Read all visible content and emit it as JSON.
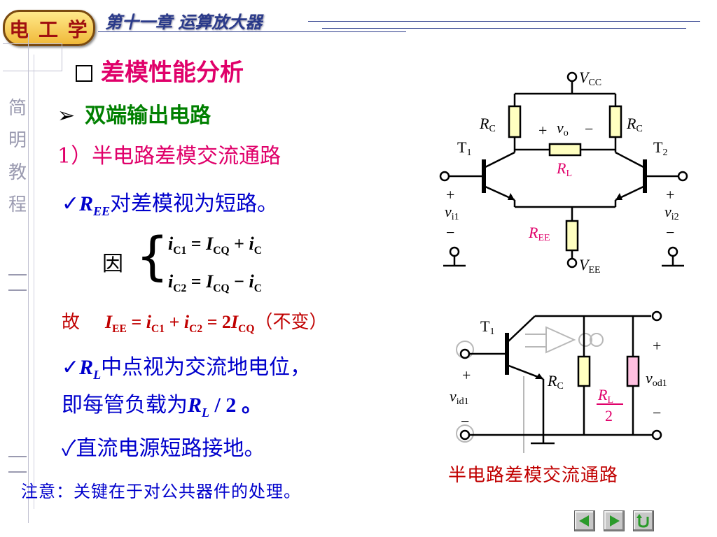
{
  "header": {
    "logo_text": "电 工 学",
    "chapter_title": "第十一章  运算放大器"
  },
  "side_label": [
    "简",
    "明",
    "教",
    "程"
  ],
  "section_title": "差模性能分析",
  "subsection": "双端输出电路",
  "step": "1）半电路差模交流通路",
  "bullet1": {
    "mark": "✓",
    "sym": "R",
    "sub": "EE",
    "text": "对差模视为短路。"
  },
  "because": {
    "word": "因",
    "eq1": {
      "a": "i",
      "a_sub": "C1",
      "eq": " = ",
      "b": "I",
      "b_sub": "CQ",
      "op": " + ",
      "c": "i",
      "c_sub": "C"
    },
    "eq2": {
      "a": "i",
      "a_sub": "C2",
      "eq": " = ",
      "b": "I",
      "b_sub": "CQ",
      "op": " − ",
      "c": "i",
      "c_sub": "C"
    }
  },
  "therefore": {
    "word": "故",
    "I": "I",
    "I_sub": "EE",
    "eq1": " = ",
    "i1": "i",
    "i1_sub": "C1",
    "plus": " + ",
    "i2": "i",
    "i2_sub": "C2",
    "eq2": " = 2",
    "I2": "I",
    "I2_sub": "CQ",
    "note": "（不变）"
  },
  "bullet2": {
    "mark": "✓",
    "sym": "R",
    "sub": "L",
    "text": "中点视为交流地电位，",
    "line2": "即每管负载为",
    "sym2": "R",
    "sub2": "L",
    "frac": " / 2 。"
  },
  "bullet3": {
    "mark": "✓",
    "text": "直流电源短路接地。"
  },
  "note": "注意：关键在于对公共器件的处理。",
  "circuit1": {
    "vcc": "V",
    "vcc_sub": "CC",
    "vee": "V",
    "vee_sub": "EE",
    "rc": "R",
    "rc_sub": "C",
    "rl": "R",
    "rl_sub": "L",
    "ree": "R",
    "ree_sub": "EE",
    "t1": "T",
    "t1_sub": "1",
    "t2": "T",
    "t2_sub": "2",
    "vo": "v",
    "vo_sub": "o",
    "plus": "+",
    "minus": "−",
    "vi1": "v",
    "vi1_sub": "i1",
    "vi2": "v",
    "vi2_sub": "i2"
  },
  "circuit2": {
    "t1": "T",
    "t1_sub": "1",
    "rc": "R",
    "rc_sub": "C",
    "rl": "R",
    "rl_sub": "L",
    "rl_den": "2",
    "vid": "v",
    "vid_sub": "id1",
    "vod": "v",
    "vod_sub": "od1",
    "plus": "+",
    "minus": "−"
  },
  "caption": "半电路差模交流通路",
  "nav": {
    "prev": "◀",
    "next": "▶",
    "return": "↺"
  },
  "colors": {
    "accent_pink": "#e0006a",
    "title_green": "#008000",
    "text_blue": "#0000cc",
    "resistor_yellow": "#ffffc0",
    "rl_pink": "#ffc0e0"
  }
}
